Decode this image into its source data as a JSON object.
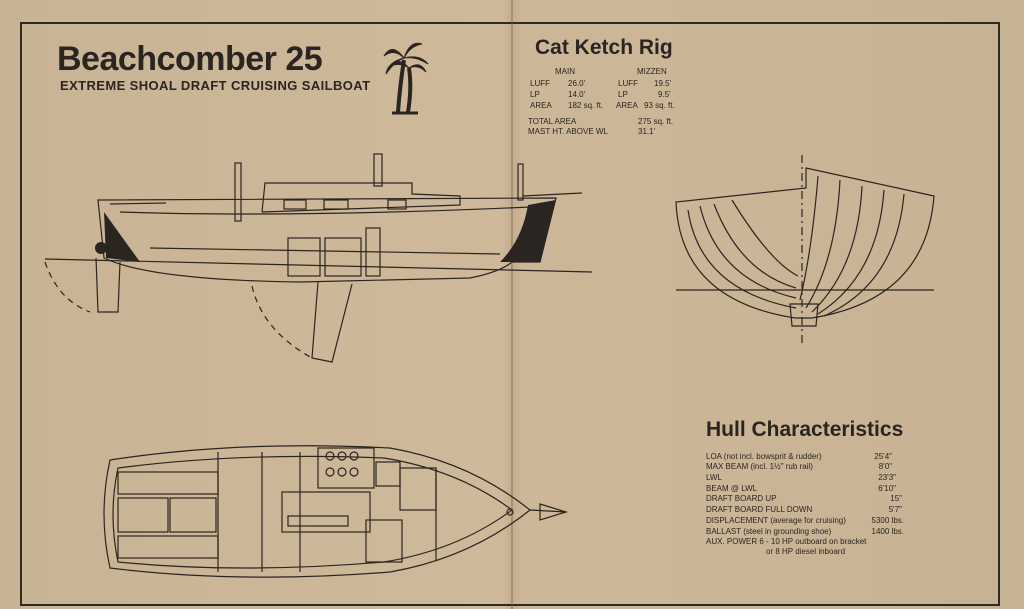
{
  "header": {
    "title": "Beachcomber 25",
    "subtitle": "EXTREME SHOAL DRAFT CRUISING SAILBOAT"
  },
  "rig": {
    "title": "Cat Ketch Rig",
    "main_header": "MAIN",
    "mizzen_header": "MIZZEN",
    "rows": [
      {
        "label": "LUFF",
        "main": "26.0'",
        "mizzen_label": "LUFF",
        "mizzen": "19.5'"
      },
      {
        "label": "LP",
        "main": "14.0'",
        "mizzen_label": "LP",
        "mizzen": "9.5'"
      },
      {
        "label": "AREA",
        "main": "182 sq. ft.",
        "mizzen_label": "AREA",
        "mizzen": "93 sq. ft."
      }
    ],
    "totals": [
      {
        "label": "TOTAL AREA",
        "value": "275 sq. ft."
      },
      {
        "label": "MAST HT. ABOVE WL",
        "value": "31.1'"
      }
    ]
  },
  "hull": {
    "title": "Hull Characteristics",
    "specs": [
      {
        "label": "LOA (not incl. bowsprit & rudder)",
        "value": "25'4\""
      },
      {
        "label": "MAX BEAM (incl. 1½\" rub rail)",
        "value": "8'0\""
      },
      {
        "label": "LWL",
        "value": "23'3\""
      },
      {
        "label": "BEAM @ LWL",
        "value": "6'10\""
      },
      {
        "label": "DRAFT BOARD UP",
        "value": "15\""
      },
      {
        "label": "DRAFT BOARD FULL DOWN",
        "value": "5'7\""
      },
      {
        "label": "DISPLACEMENT (average for cruising)",
        "value": "5300 lbs."
      },
      {
        "label": "BALLAST (steel in grounding shoe)",
        "value": "1400 lbs."
      },
      {
        "label": "AUX. POWER 6 - 10 HP outboard on bracket",
        "value": ""
      },
      {
        "label": "or 8 HP diesel inboard",
        "value": ""
      }
    ]
  },
  "drawings": {
    "logo": "palm-tree-icon",
    "profile": "side-profile-drawing",
    "section": "hull-section-drawing",
    "plan": "deck-plan-drawing"
  }
}
